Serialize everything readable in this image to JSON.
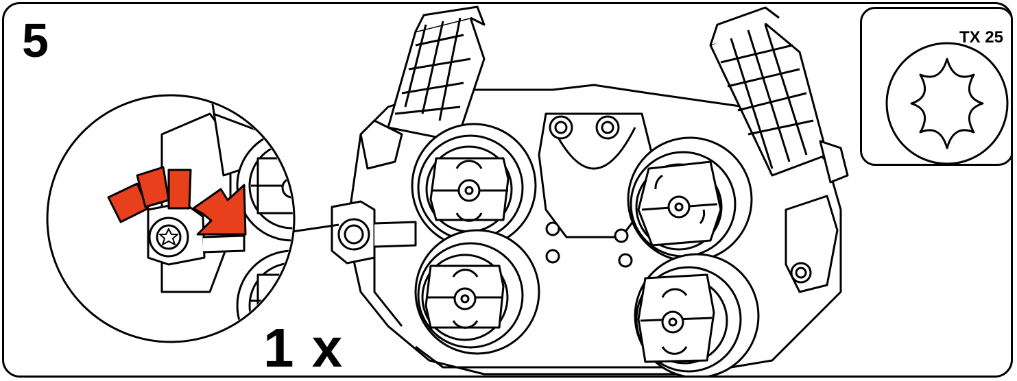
{
  "step": {
    "number": "5"
  },
  "fastener": {
    "count_label": "1 x",
    "icon": "torx-icon"
  },
  "tool": {
    "label": "TX 25",
    "icon": "torx-star-icon"
  },
  "colors": {
    "accent": "#e8401c",
    "line": "#000000",
    "background": "#ffffff"
  }
}
